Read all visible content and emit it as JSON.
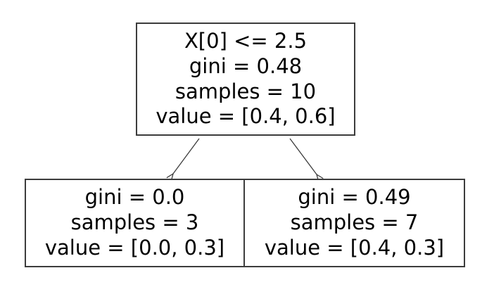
{
  "figure": {
    "type": "decision-tree-plot",
    "background": "#ffffff"
  },
  "colors": {
    "node_fill": "#ffffff",
    "node_border": "#3c3c3c",
    "edge": "#3a3a3a",
    "text": "#000000"
  },
  "tree": {
    "root": {
      "lines": {
        "split": "X[0] <= 2.5",
        "gini": "gini = 0.48",
        "samples": "samples = 10",
        "value": "value = [0.4, 0.6]"
      }
    },
    "left_child": {
      "lines": {
        "gini": "gini = 0.0",
        "samples": "samples = 3",
        "value": "value = [0.0, 0.3]"
      }
    },
    "right_child": {
      "lines": {
        "gini": "gini = 0.49",
        "samples": "samples = 7",
        "value": "value = [0.4, 0.3]"
      }
    }
  }
}
